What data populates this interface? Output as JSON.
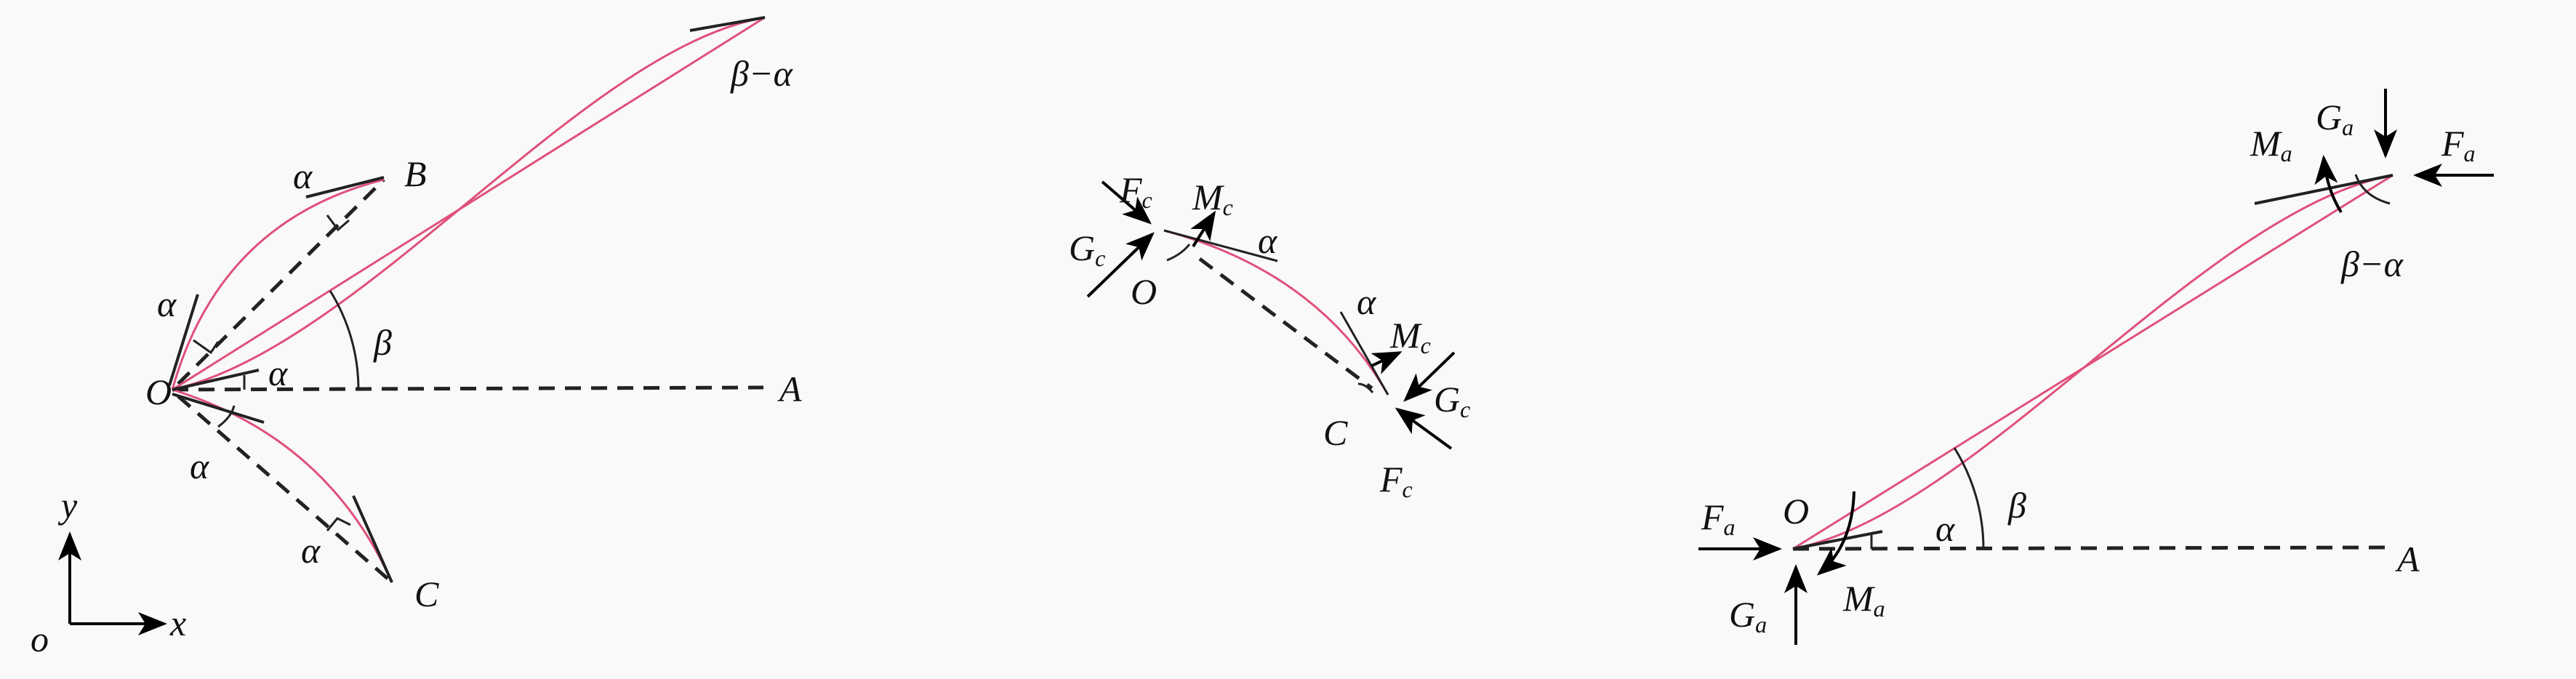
{
  "colors": {
    "background": "#f9f9f9",
    "curve": "#e0507a",
    "ink": "#222222"
  },
  "panel1": {
    "O": "O",
    "A": "A",
    "B": "B",
    "C": "C",
    "alpha": "α",
    "beta": "β",
    "beta_minus_alpha": "β−α",
    "axes": {
      "x": "x",
      "y": "y",
      "origin": "o"
    }
  },
  "panel2": {
    "O": "O",
    "C": "C",
    "alpha": "α",
    "F": "F",
    "G": "G",
    "M": "M",
    "sub": "c"
  },
  "panel3": {
    "O": "O",
    "A": "A",
    "alpha": "α",
    "beta": "β",
    "beta_minus_alpha": "β−α",
    "F": "F",
    "G": "G",
    "M": "M",
    "sub": "a"
  }
}
